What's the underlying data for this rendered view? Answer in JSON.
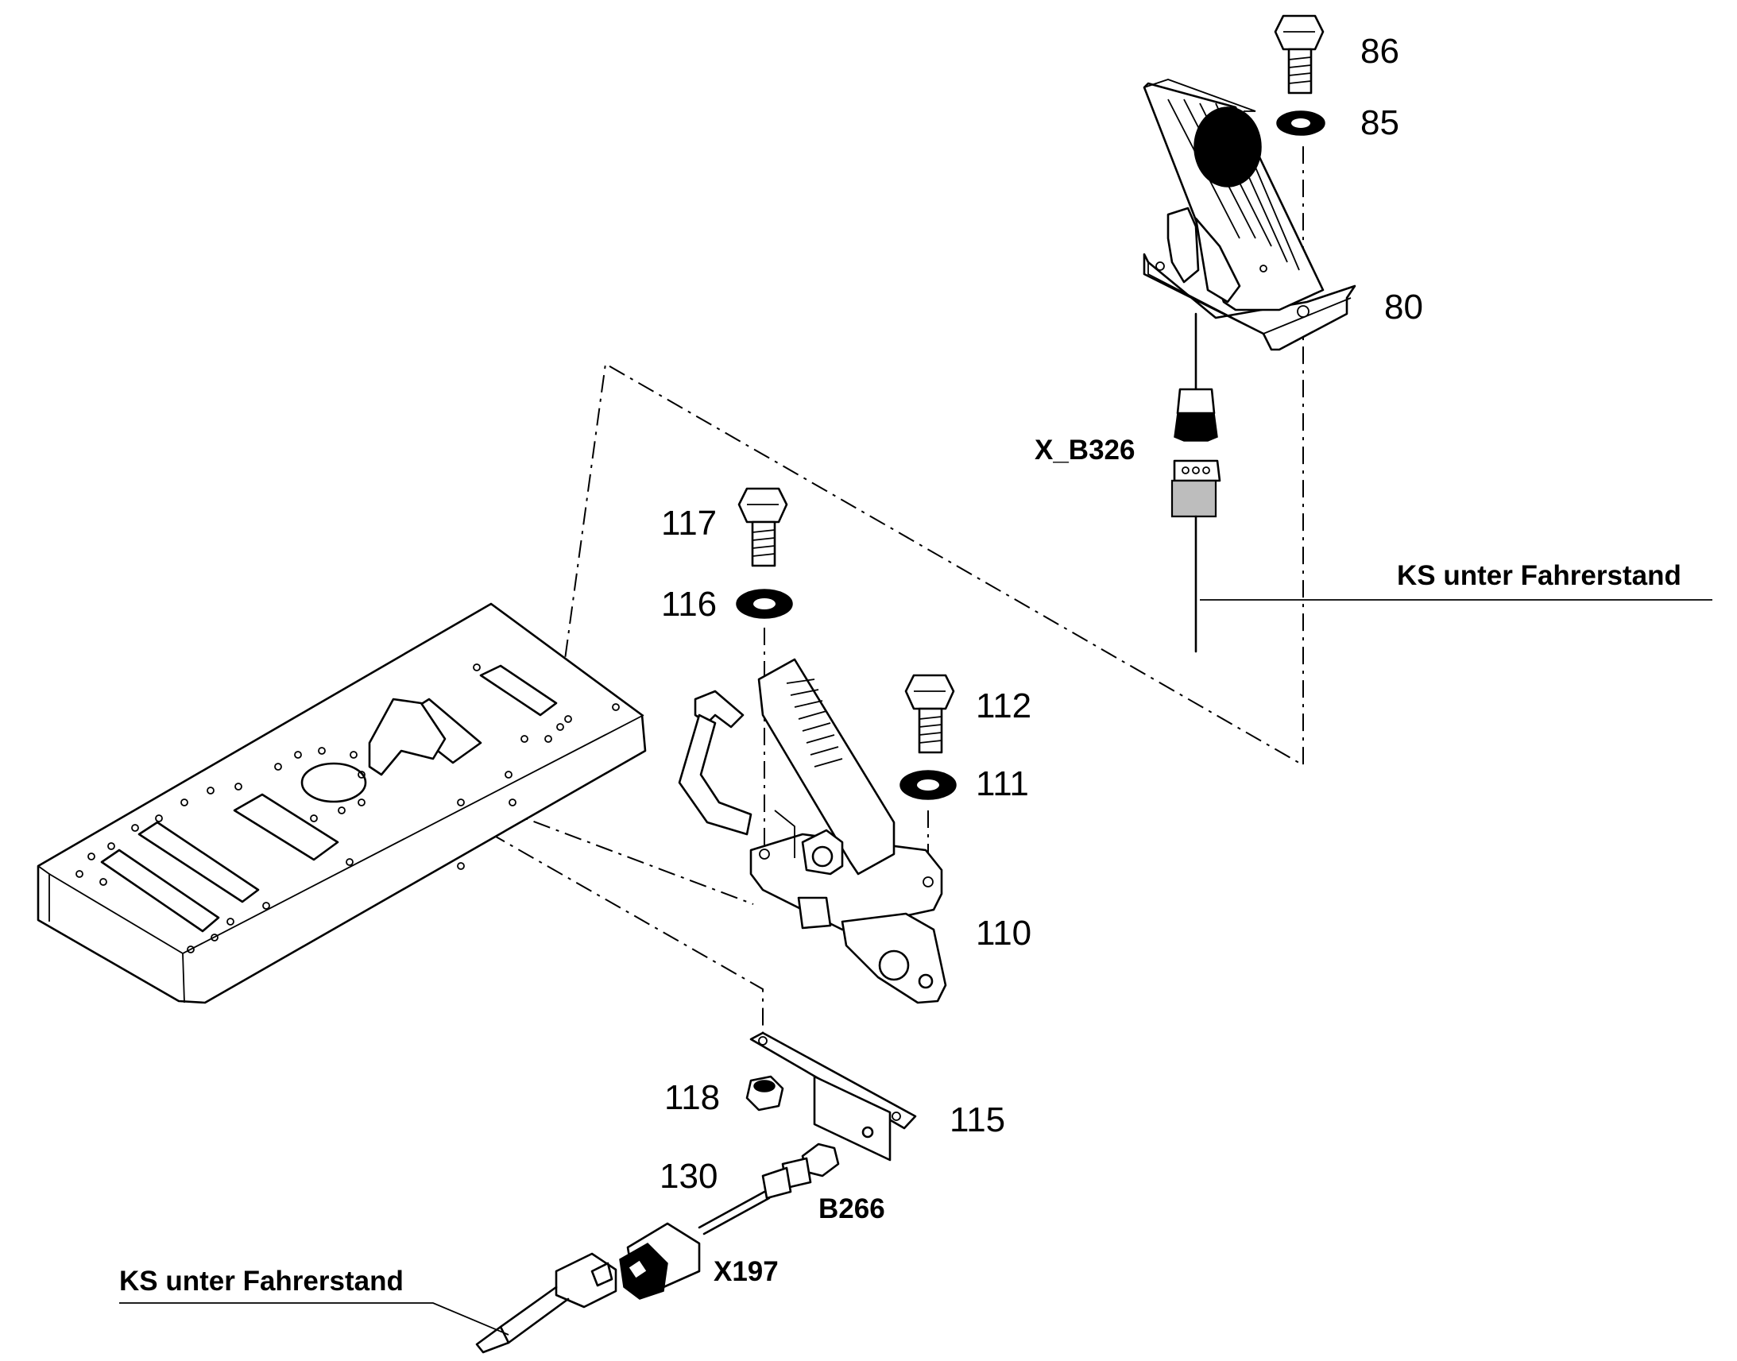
{
  "part_numbers": {
    "p86": "86",
    "p85": "85",
    "p80": "80",
    "p117": "117",
    "p116": "116",
    "p112": "112",
    "p111": "111",
    "p110": "110",
    "p118": "118",
    "p115": "115",
    "p130": "130"
  },
  "labels": {
    "x_b326": "X_B326",
    "b266": "B266",
    "x197": "X197",
    "ks_right": "KS unter Fahrerstand",
    "ks_left": "KS unter Fahrerstand"
  }
}
